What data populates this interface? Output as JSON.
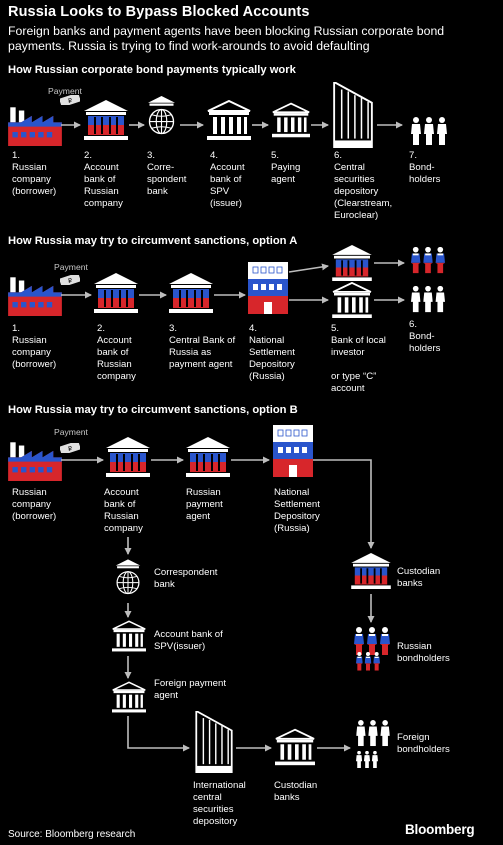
{
  "title": "Russia Looks to Bypass Blocked Accounts",
  "subtitle": "Foreign banks and payment agents have been blocking Russian corporate bond payments. Russia is trying to find work-arounds to avoid defaulting",
  "colors": {
    "russia_blue": "#2a55cc",
    "russia_red": "#d7262b",
    "white": "#ffffff",
    "grey": "#bdbdbd",
    "background": "#000000"
  },
  "sections": {
    "typical": {
      "heading": "How Russian corporate bond payments typically work",
      "payment_label": "Payment",
      "steps": [
        {
          "num": "1.",
          "label": "Russian company (borrower)"
        },
        {
          "num": "2.",
          "label": "Account bank of Russian company"
        },
        {
          "num": "3.",
          "label": "Corre- spondent bank"
        },
        {
          "num": "4.",
          "label": "Account bank of SPV (issuer)"
        },
        {
          "num": "5.",
          "label": "Paying agent"
        },
        {
          "num": "6.",
          "label": "Central securities depository (Clearstream, Euroclear)"
        },
        {
          "num": "7.",
          "label": "Bond- holders"
        }
      ]
    },
    "option_a": {
      "heading": "How Russia may try to circumvent sanctions, option A",
      "payment_label": "Payment",
      "steps": [
        {
          "num": "1.",
          "label": "Russian company (borrower)"
        },
        {
          "num": "2.",
          "label": "Account bank of Russian company"
        },
        {
          "num": "3.",
          "label": "Central Bank of Russia as payment agent"
        },
        {
          "num": "4.",
          "label": "National Settlement Depository (Russia)"
        },
        {
          "num": "5.",
          "label": "Bank of local investor",
          "extra": "or type “C” account"
        },
        {
          "num": "6.",
          "label": "Bond- holders"
        }
      ]
    },
    "option_b": {
      "heading": "How Russia may try to circumvent sanctions, option B",
      "payment_label": "Payment",
      "steps": {
        "company": "Russian company (borrower)",
        "account_bank": "Account bank of Russian company",
        "payment_agent": "Russian payment agent",
        "nsd": "National Settlement Depository (Russia)",
        "correspondent": "Correspondent bank",
        "spv": "Account bank of SPV(issuer)",
        "foreign_agent": "Foreign payment agent",
        "icsd": "International central securities depository",
        "custodian_foreign": "Custodian banks",
        "custodian_russian": "Custodian banks",
        "russian_holders": "Russian bondholders",
        "foreign_holders": "Foreign bondholders"
      }
    }
  },
  "source": "Source: Bloomberg research",
  "logo": "Bloomberg"
}
